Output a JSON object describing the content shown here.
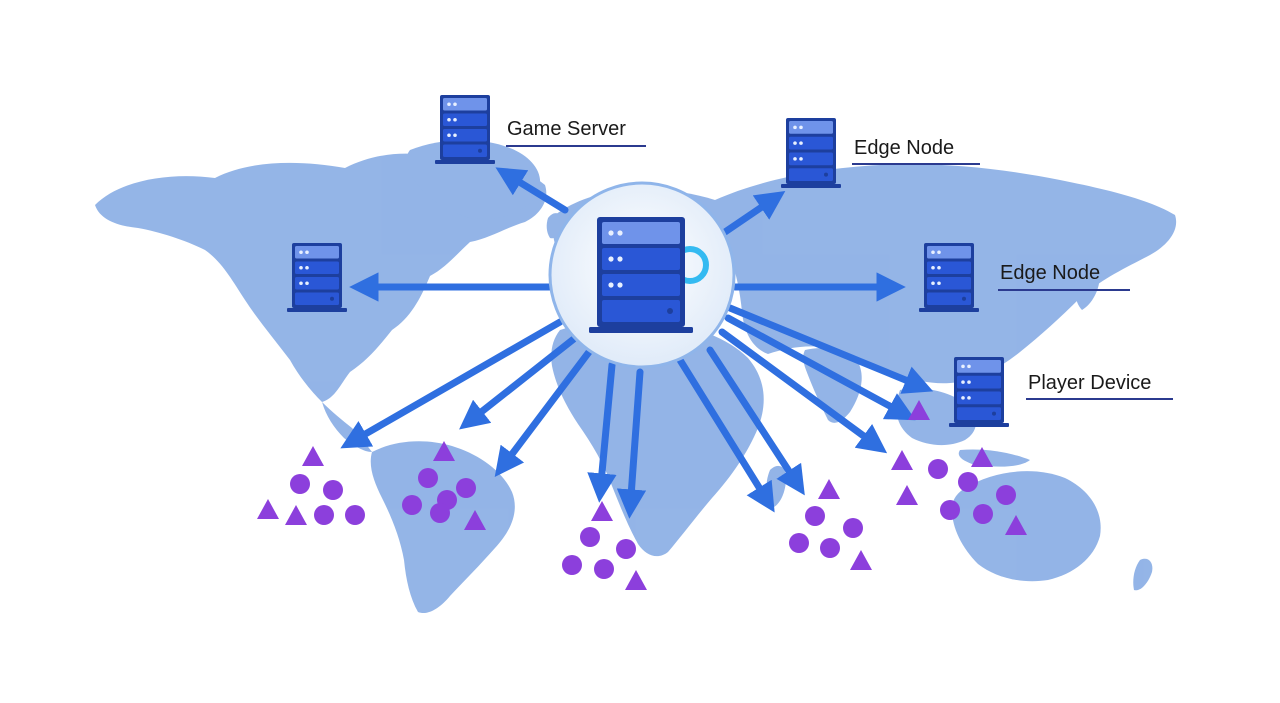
{
  "diagram": {
    "labels": {
      "game_server": "Game Server",
      "edge_node_top": "Edge Node",
      "edge_node_right": "Edge Node",
      "player_device": "Player Device"
    },
    "colors": {
      "map_land": "#8eb1e6",
      "arrow": "#2f6fe0",
      "server_body": "#2a57d6",
      "server_dark": "#1d3f9e",
      "server_light": "#6f93ea",
      "hub_ring": "#8fb5ea",
      "hub_glow": "#1fb4f0",
      "player_marker": "#8c3fdc",
      "label_underline": "#2b3a8f"
    },
    "icons": [
      "server-icon",
      "hub-server-icon",
      "player-circle-icon",
      "player-triangle-icon"
    ]
  }
}
